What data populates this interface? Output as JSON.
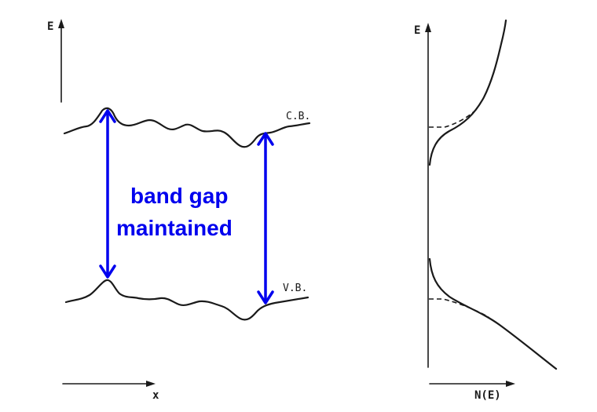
{
  "left_panel": {
    "y_axis_label": "E",
    "x_axis_label": "x",
    "conduction_band_label": "C.B.",
    "valence_band_label": "V.B."
  },
  "right_panel": {
    "y_axis_label": "E",
    "x_axis_label": "N(E)"
  },
  "annotation": {
    "line1": "band gap",
    "line2": "maintained"
  },
  "colors": {
    "annotation": "#0000ee",
    "ink": "#1a1a1a"
  }
}
